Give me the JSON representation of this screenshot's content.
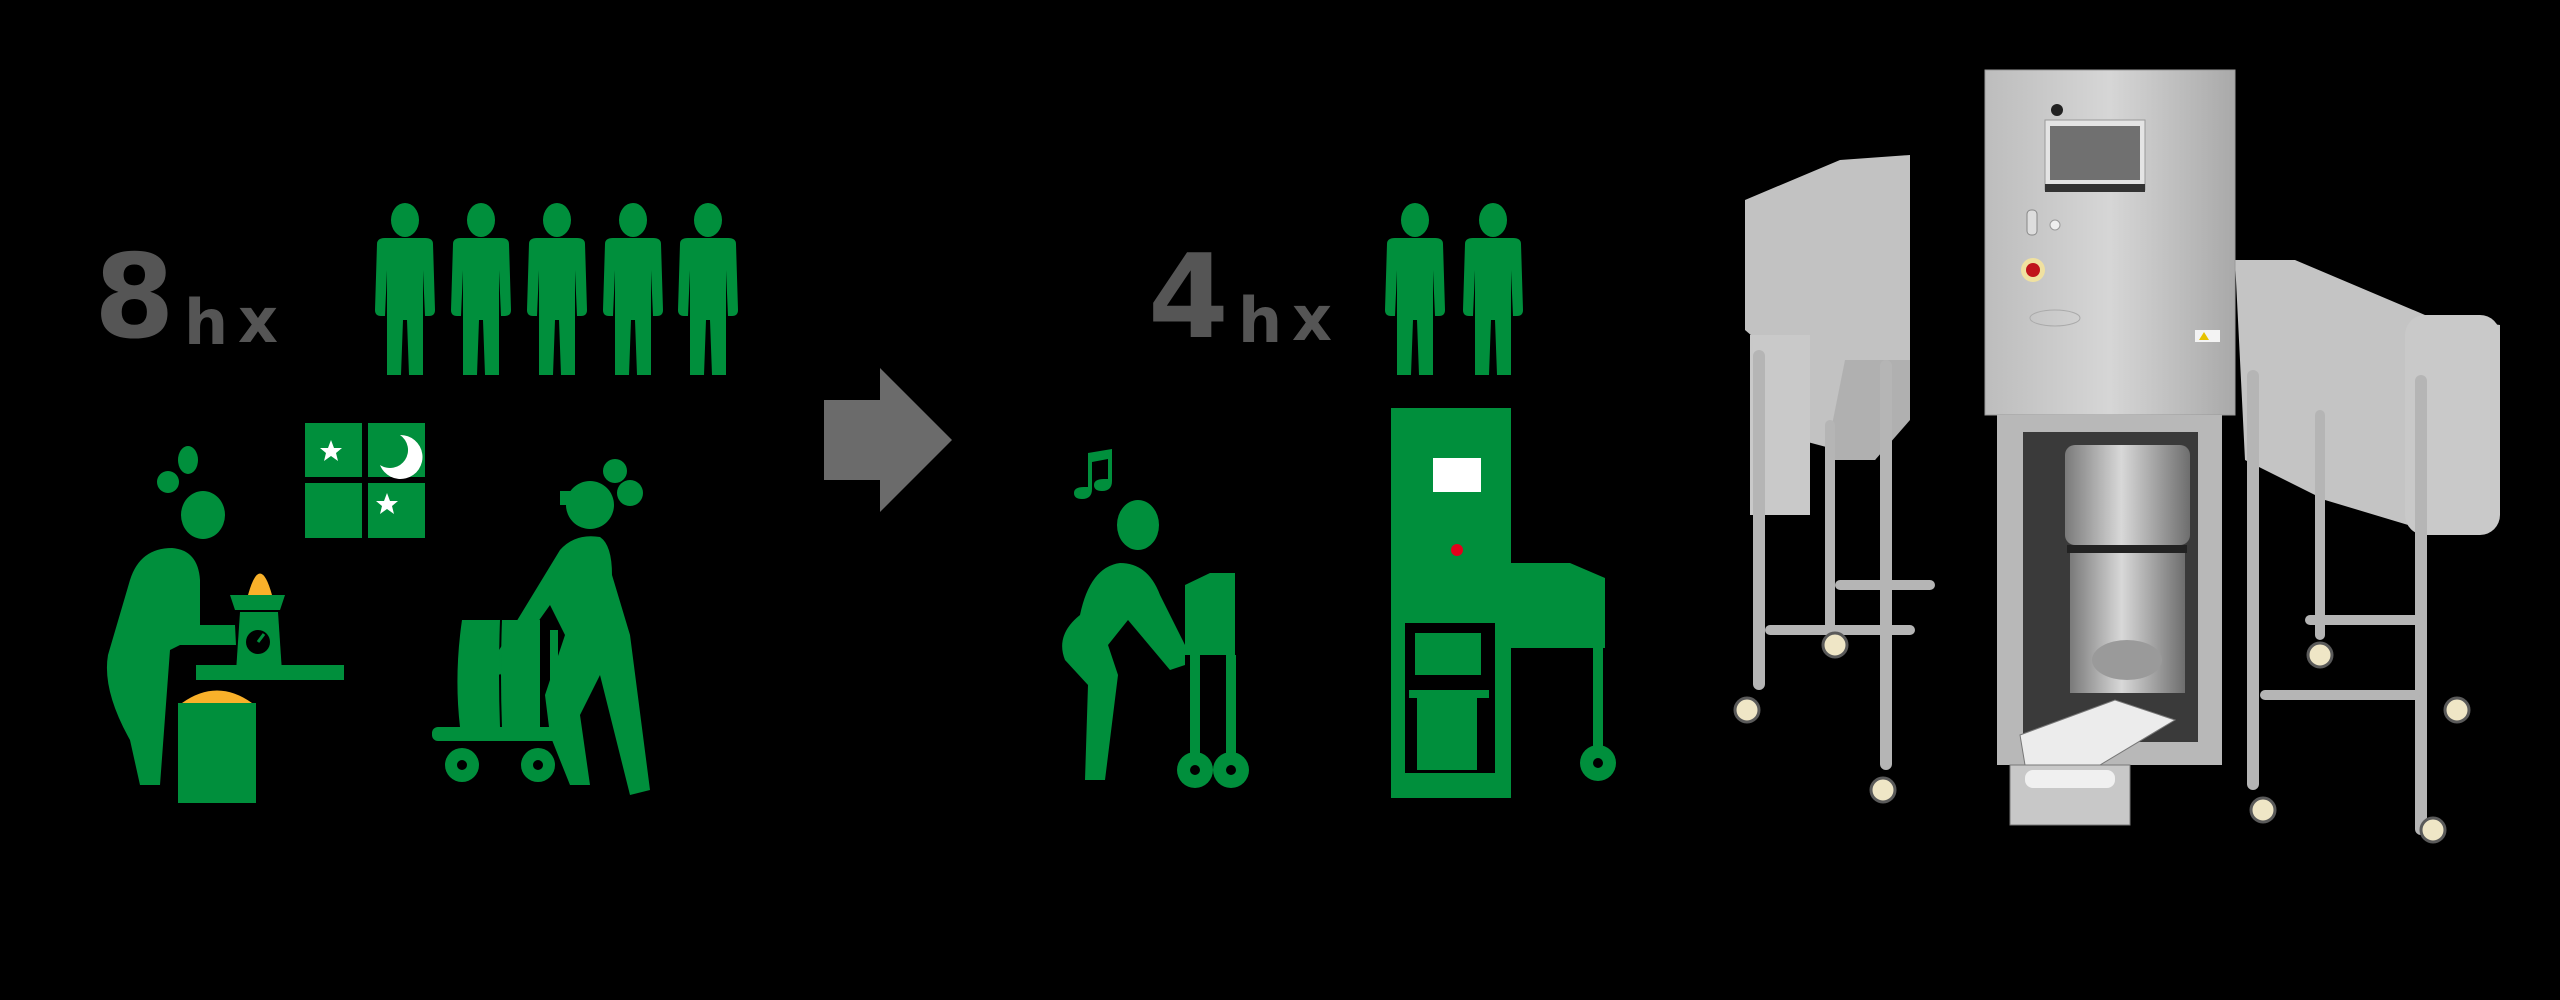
{
  "colors": {
    "background": "#000000",
    "green": "#008f3c",
    "gray_text": "#555555",
    "orange": "#f9b12a",
    "arrow": "#6b6b6b",
    "red": "#e3001b",
    "white": "#ffffff"
  },
  "before": {
    "hours": "8",
    "unit": "h",
    "times": "x",
    "workers_count": 5,
    "scene": {
      "window_icons": [
        "star-icon",
        "crescent-moon-icon",
        "star-icon"
      ],
      "description": "Two tired workers at night: one weighing product on a scale, one pushing a cart"
    }
  },
  "transition": {
    "icon": "right-arrow-icon"
  },
  "after": {
    "hours": "4",
    "unit": "h",
    "times": "x",
    "workers_count": 2,
    "scene": {
      "icons": [
        "music-note-icon"
      ],
      "description": "One relaxed worker pushing a cart to a machine"
    }
  },
  "product_photo": {
    "alt": "Stainless steel automated machine with touchscreen panel, emergency stop button, two side hoppers, central drum and roller conveyor on castor wheels"
  }
}
